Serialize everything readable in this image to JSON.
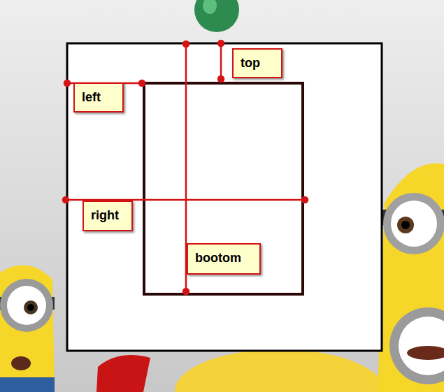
{
  "diagram": {
    "nodes": [
      {
        "text": [
          "top"
        ]
      },
      {
        "text": [
          "left"
        ]
      },
      {
        "text": [
          "right"
        ]
      },
      {
        "text": [
          "bootom"
        ]
      }
    ]
  }
}
